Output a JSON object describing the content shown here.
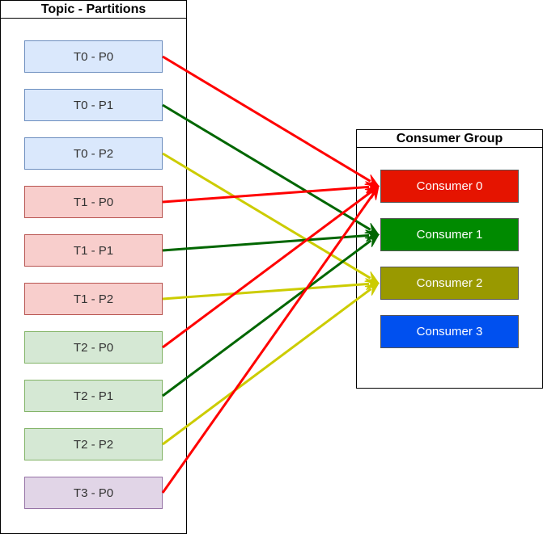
{
  "topics": {
    "title": "Topic - Partitions",
    "partitions": [
      {
        "label": "T0 - P0",
        "fill": "#dae8fc",
        "border": "#6c8ebf"
      },
      {
        "label": "T0 - P1",
        "fill": "#dae8fc",
        "border": "#6c8ebf"
      },
      {
        "label": "T0 - P2",
        "fill": "#dae8fc",
        "border": "#6c8ebf"
      },
      {
        "label": "T1 - P0",
        "fill": "#f8cecc",
        "border": "#b85450"
      },
      {
        "label": "T1 - P1",
        "fill": "#f8cecc",
        "border": "#b85450"
      },
      {
        "label": "T1 - P2",
        "fill": "#f8cecc",
        "border": "#b85450"
      },
      {
        "label": "T2 - P0",
        "fill": "#d5e8d4",
        "border": "#82b366"
      },
      {
        "label": "T2 - P1",
        "fill": "#d5e8d4",
        "border": "#82b366"
      },
      {
        "label": "T2 - P2",
        "fill": "#d5e8d4",
        "border": "#82b366"
      },
      {
        "label": "T3 - P0",
        "fill": "#e1d5e7",
        "border": "#9673a6"
      }
    ]
  },
  "consumer_group": {
    "title": "Consumer Group",
    "consumers": [
      {
        "label": "Consumer 0",
        "fill": "#e51400"
      },
      {
        "label": "Consumer 1",
        "fill": "#008a00"
      },
      {
        "label": "Consumer 2",
        "fill": "#999900"
      },
      {
        "label": "Consumer 3",
        "fill": "#0050ef"
      }
    ]
  },
  "assignments": [
    {
      "from": 0,
      "to": 0,
      "color": "#ff0000"
    },
    {
      "from": 1,
      "to": 1,
      "color": "#006600"
    },
    {
      "from": 2,
      "to": 2,
      "color": "#cccc00"
    },
    {
      "from": 3,
      "to": 0,
      "color": "#ff0000"
    },
    {
      "from": 4,
      "to": 1,
      "color": "#006600"
    },
    {
      "from": 5,
      "to": 2,
      "color": "#cccc00"
    },
    {
      "from": 6,
      "to": 0,
      "color": "#ff0000"
    },
    {
      "from": 7,
      "to": 1,
      "color": "#006600"
    },
    {
      "from": 8,
      "to": 2,
      "color": "#cccc00"
    },
    {
      "from": 9,
      "to": 0,
      "color": "#ff0000"
    }
  ]
}
